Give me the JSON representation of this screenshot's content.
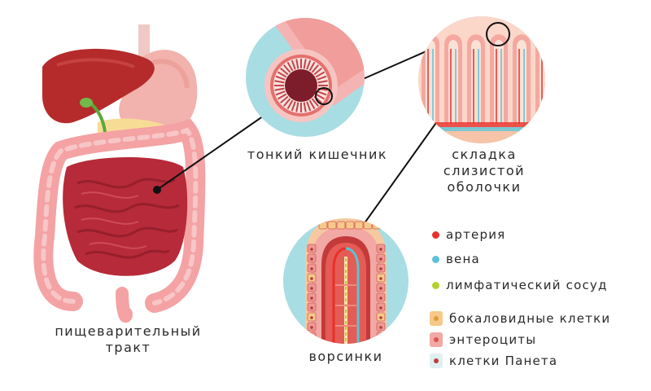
{
  "labels": {
    "digestive_tract": [
      "пищеварительный",
      "тракт"
    ],
    "small_intestine": "тонкий кишечник",
    "mucosa_fold": [
      "складка",
      "слизистой",
      "оболочки"
    ],
    "villi": "ворсинки"
  },
  "legend": [
    {
      "text": "артерия",
      "marker": "dot",
      "color": "#e8302a"
    },
    {
      "text": "вена",
      "marker": "dot",
      "color": "#5cc3d6"
    },
    {
      "text": "лимфатический сосуд",
      "marker": "dot",
      "color": "#b7cf2a"
    },
    {
      "text": "бокаловидные клетки",
      "marker": "swatch",
      "color": "#f6c98a",
      "inner": "#e59a3a"
    },
    {
      "text": "энтероциты",
      "marker": "swatch",
      "color": "#f2a8a5",
      "inner": "#d9544f"
    },
    {
      "text": "клетки Панета",
      "marker": "swatch",
      "color": "#dff0f2",
      "inner": "#c43a3a"
    }
  ],
  "colors": {
    "circle_bg": "#a8dde3",
    "liver": "#b52b2b",
    "stomach": "#f2b2ad",
    "intestine_small": "#b72a39",
    "intestine_large": "#f4a2a4",
    "artery": "#e8302a",
    "vein": "#5cc3d6",
    "lymph": "#b7cf2a"
  }
}
